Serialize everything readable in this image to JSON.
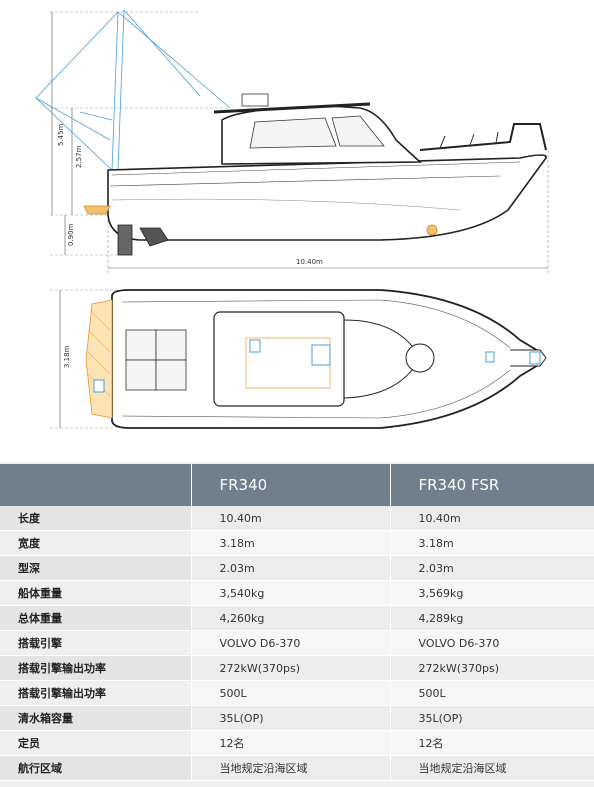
{
  "dimensions": {
    "mast_height": "5.45m",
    "cabin_height": "2.57m",
    "draft": "0.90m",
    "length": "10.40m",
    "beam": "3.18m"
  },
  "table": {
    "columns": [
      "",
      "FR340",
      "FR340 FSR"
    ],
    "rows": [
      {
        "label": "长度",
        "fr340": "10.40m",
        "fsr": "10.40m"
      },
      {
        "label": "宽度",
        "fr340": "3.18m",
        "fsr": "3.18m"
      },
      {
        "label": "型深",
        "fr340": "2.03m",
        "fsr": "2.03m"
      },
      {
        "label": "船体重量",
        "fr340": "3,540kg",
        "fsr": "3,569kg"
      },
      {
        "label": "总体重量",
        "fr340": "4,260kg",
        "fsr": "4,289kg"
      },
      {
        "label": "搭载引擎",
        "fr340": "VOLVO D6-370",
        "fsr": "VOLVO D6-370"
      },
      {
        "label": "搭载引擎输出功率",
        "fr340": "272kW(370ps)",
        "fsr": "272kW(370ps)"
      },
      {
        "label": "搭载引擎输出功率",
        "fr340": "500L",
        "fsr": "500L"
      },
      {
        "label": "清水箱容量",
        "fr340": "35L(OP)",
        "fsr": "35L(OP)"
      },
      {
        "label": "定员",
        "fr340": "12名",
        "fsr": "12名"
      },
      {
        "label": "航行区域",
        "fr340": "当地规定沿海区域",
        "fsr": "当地规定沿海区域"
      }
    ]
  }
}
